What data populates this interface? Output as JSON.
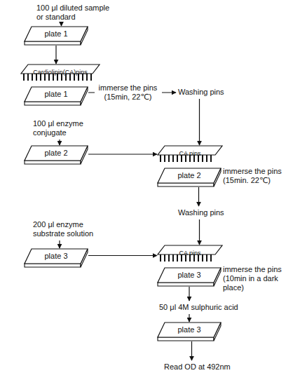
{
  "diagram": {
    "nodes": [
      {
        "text": [
          "100 μl diluted sample or standard"
        ]
      },
      {
        "text": [
          "plate 1"
        ]
      },
      {
        "text": [
          "Cardiolipin(CA)pins"
        ]
      },
      {
        "text": [
          "plate 1"
        ]
      },
      {
        "text": [
          "Washing pins"
        ]
      },
      {
        "text": [
          "100 μl enzyme conjugate"
        ]
      },
      {
        "text": [
          "plate 2"
        ]
      },
      {
        "text": [
          "CA pins"
        ]
      },
      {
        "text": [
          "plate 2"
        ]
      },
      {
        "text": [
          "Washing pins"
        ]
      },
      {
        "text": [
          "200 μl enzyme substrate solution"
        ]
      },
      {
        "text": [
          "plate 3"
        ]
      },
      {
        "text": [
          "CA pins"
        ]
      },
      {
        "text": [
          "plate 3"
        ]
      },
      {
        "text": [
          "50 μl 4M sulphuric acid"
        ]
      },
      {
        "text": [
          "plate 3"
        ]
      },
      {
        "text": [
          "Read OD at 492nm"
        ]
      }
    ],
    "edges": [
      {
        "from": 0,
        "to": 1,
        "arrow": "to"
      },
      {
        "from": 1,
        "to": 2,
        "arrow": "to"
      },
      {
        "from": 3,
        "to": 4,
        "arrow": "to",
        "label": "immerse the pins (15min, 22℃)"
      },
      {
        "from": 4,
        "to": 7,
        "arrow": "to"
      },
      {
        "from": 5,
        "to": 6,
        "arrow": "to"
      },
      {
        "from": 6,
        "to": 7,
        "arrow": "to"
      },
      {
        "from": 8,
        "to": 9,
        "arrow": "to"
      },
      {
        "from": 9,
        "to": 12,
        "arrow": "to"
      },
      {
        "from": 10,
        "to": 11,
        "arrow": "to"
      },
      {
        "from": 11,
        "to": 12,
        "arrow": "to"
      },
      {
        "from": 13,
        "to": 14,
        "arrow": "to"
      },
      {
        "from": 14,
        "to": 15,
        "arrow": "to"
      },
      {
        "from": 15,
        "to": 16,
        "arrow": "to"
      }
    ],
    "labels": [
      "immerse the pins (15min. 22℃)",
      "immerse the pins (10min in a dark place)"
    ]
  }
}
